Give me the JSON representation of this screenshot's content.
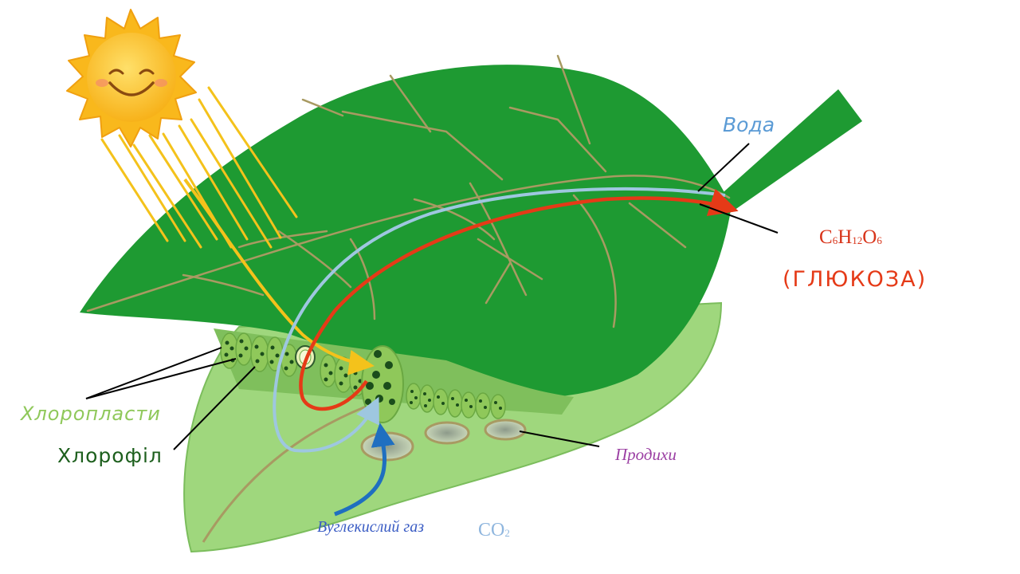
{
  "labels": {
    "water": "Вода",
    "glucose_formula": {
      "c": "C",
      "c_n": "6",
      "h": "H",
      "h_n": "12",
      "o": "O",
      "o_n": "6"
    },
    "glucose_name": "(ГЛЮКОЗА)",
    "chloroplasts": "Хлоропласти",
    "chlorophyll": "Хлорофіл",
    "stomata": "Продихи",
    "co2_text": "Вуглекислий газ",
    "co2_formula": {
      "c": "C",
      "o": "O",
      "n": "2"
    }
  },
  "colors": {
    "leaf_dark": "#1e9a32",
    "leaf_light": "#9fd77d",
    "vein": "#a89a62",
    "water": "#5b9bd5",
    "water_arrow": "#9ec7e0",
    "glucose": "#e53a17",
    "sunlight": "#f4c21b",
    "co2_arrow": "#1f6fc0",
    "chloroplasts": "#8fc85a",
    "chlorophyll": "#1d5f1d",
    "stomata": "#9b3fa3",
    "co2_text": "#3a5cc4",
    "co2_formula": "#8fb6de"
  },
  "icons": [
    "sun-icon"
  ]
}
